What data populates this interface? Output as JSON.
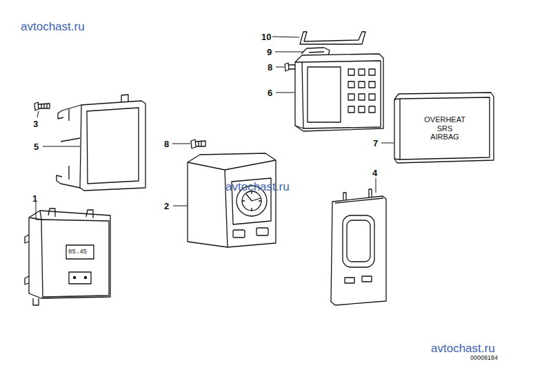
{
  "diagram": {
    "nodes": [
      {
        "text": [
          "OVERHEAT SRS AIRBAG"
        ]
      }
    ],
    "labels": [
      "avtochast.ru",
      "10",
      "9",
      "8",
      "6",
      "3",
      "5",
      "8",
      "7",
      "avtochast.ru",
      "1",
      "2",
      "4",
      "05.45",
      "avtochast.ru",
      "00008184"
    ]
  }
}
